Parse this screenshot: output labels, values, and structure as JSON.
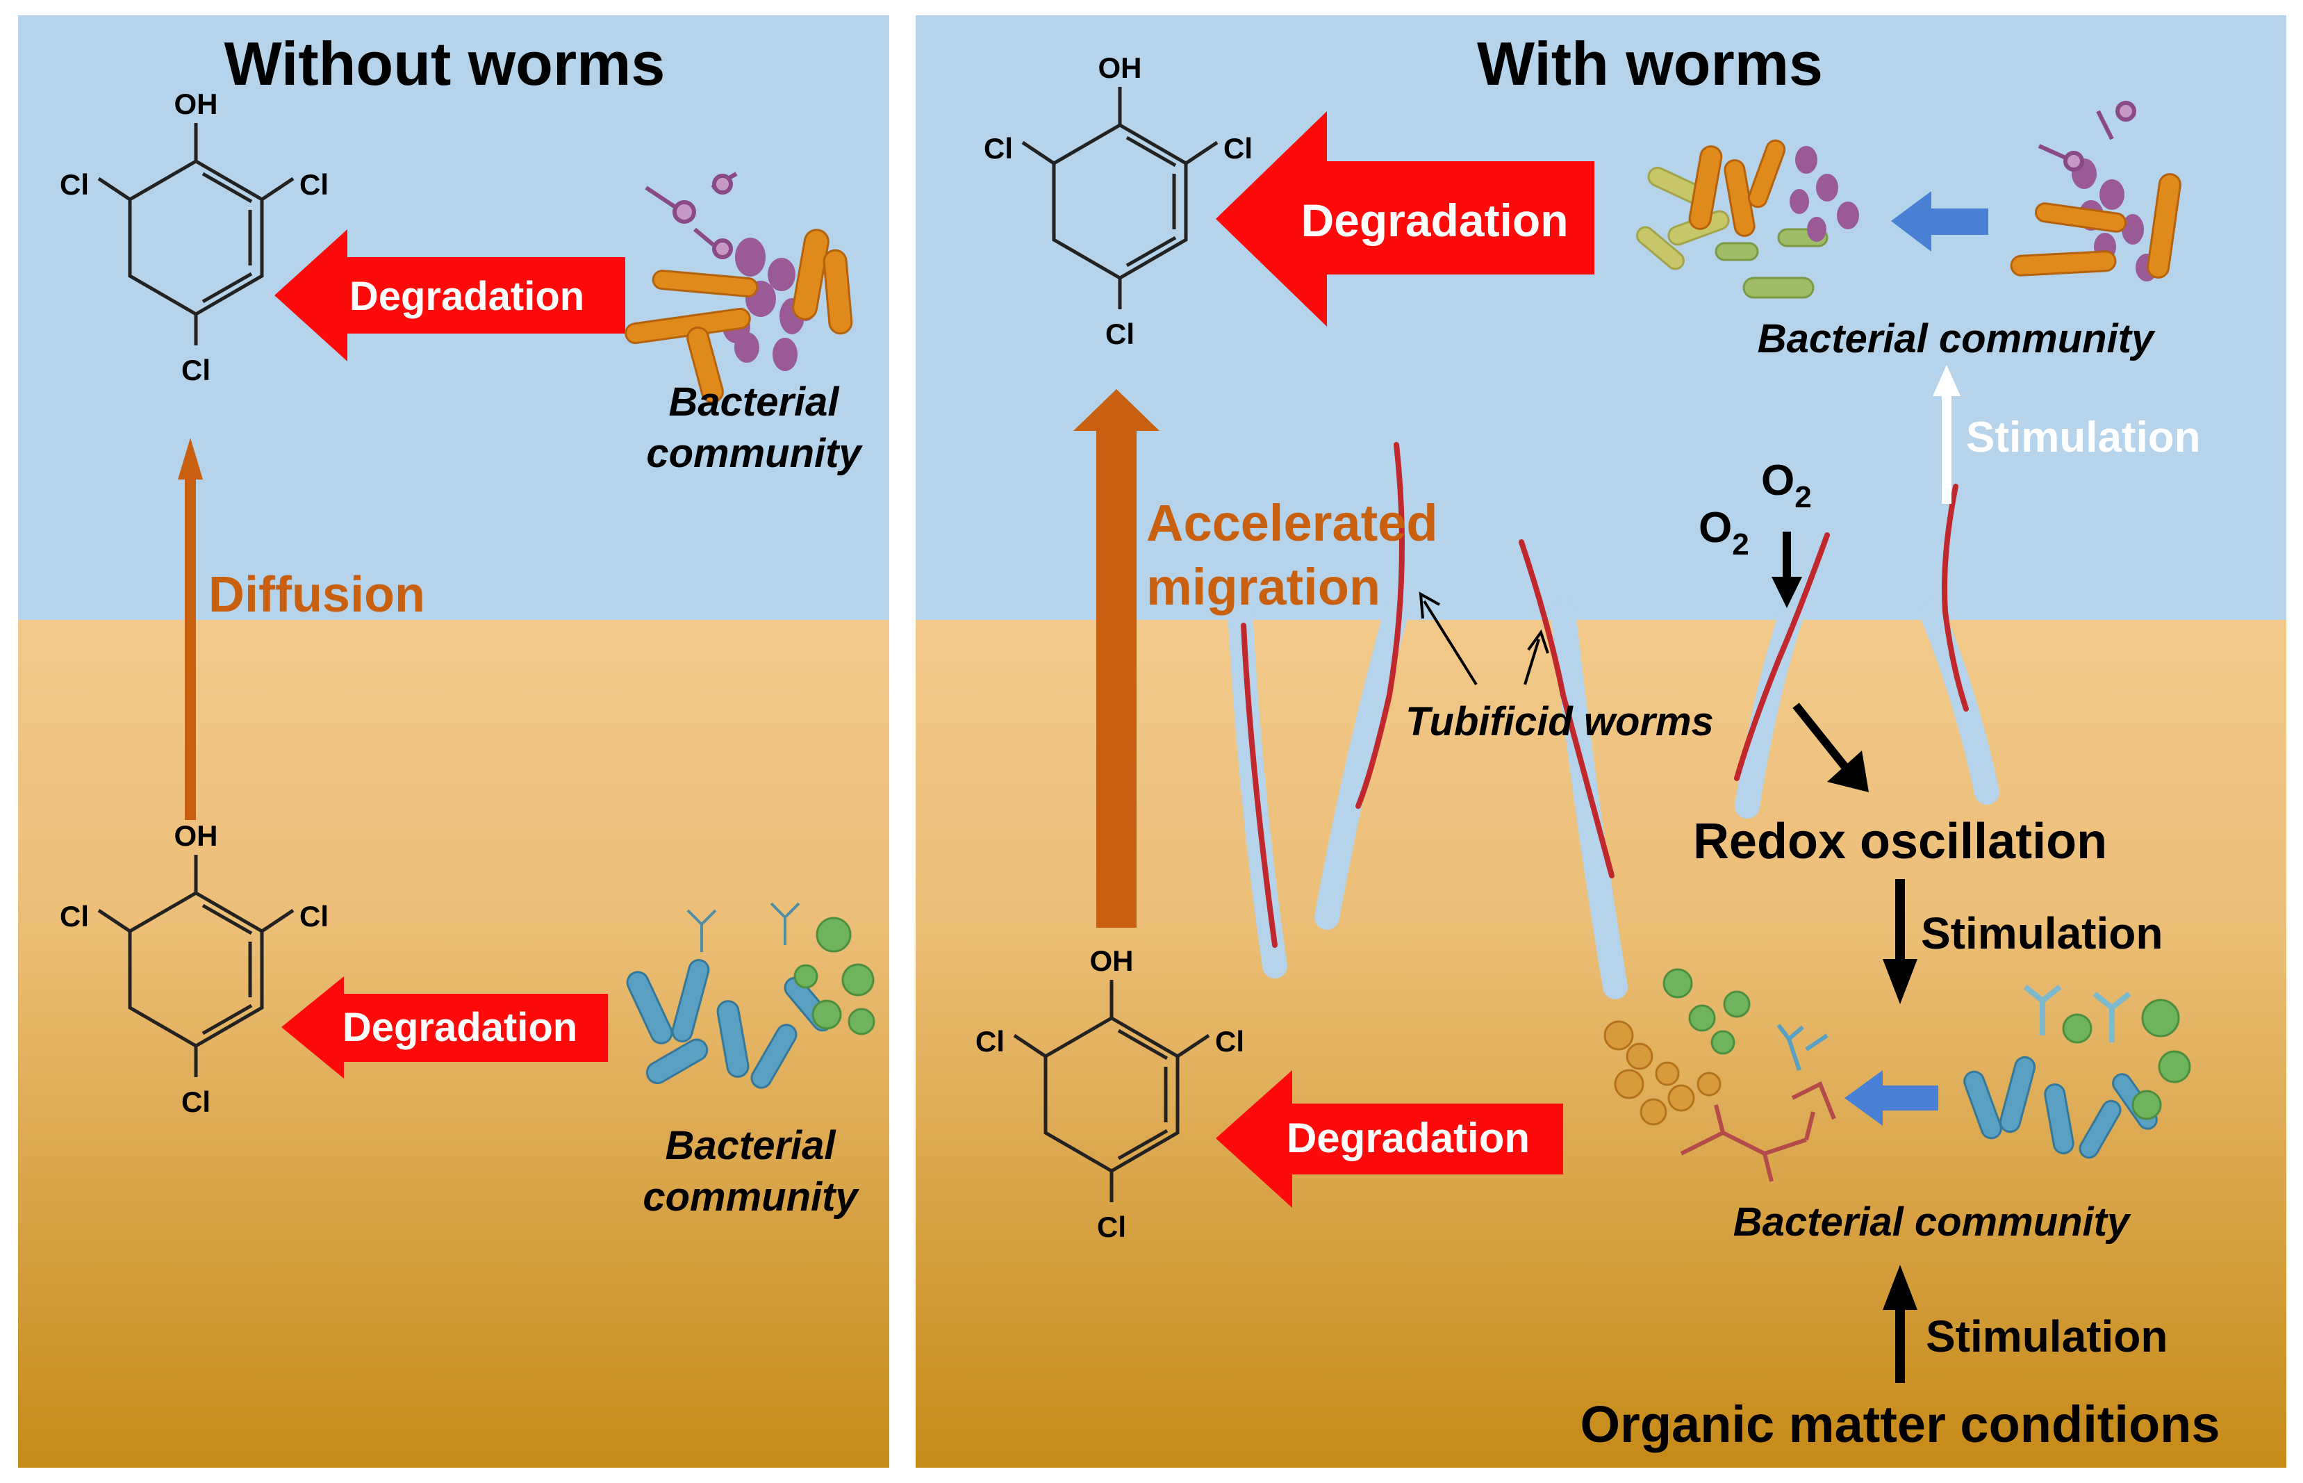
{
  "panels": {
    "left": {
      "title": "Without worms",
      "diffusion_label": "Diffusion",
      "upper_degradation": "Degradation",
      "lower_degradation": "Degradation",
      "upper_bacteria_line1": "Bacterial",
      "upper_bacteria_line2": "community",
      "lower_bacteria_line1": "Bacterial",
      "lower_bacteria_line2": "community"
    },
    "right": {
      "title": "With worms",
      "upper_degradation": "Degradation",
      "lower_degradation": "Degradation",
      "migration_line1": "Accelerated",
      "migration_line2": "migration",
      "upper_bacteria": "Bacterial community",
      "lower_bacteria": "Bacterial community",
      "stimulation_upper": "Stimulation",
      "stimulation_middle": "Stimulation",
      "stimulation_lower": "Stimulation",
      "worms_label": "Tubificid worms",
      "oxygen_a": "O",
      "oxygen_b": "O",
      "oxygen_subscript": "2",
      "redox": "Redox oscillation",
      "organic": "Organic matter conditions"
    }
  },
  "molecule": {
    "oh": "OH",
    "cl": "Cl"
  },
  "colors": {
    "water": "#b5d3ea",
    "sediment_top": "#f2c98a",
    "sediment_bottom": "#c68a18",
    "red_arrow": "#ff0a0a",
    "orange_arrow": "#c8600f",
    "blue_arrow": "#4a7fd6",
    "worm": "#c0282d",
    "burrow": "#b5d3ea"
  }
}
